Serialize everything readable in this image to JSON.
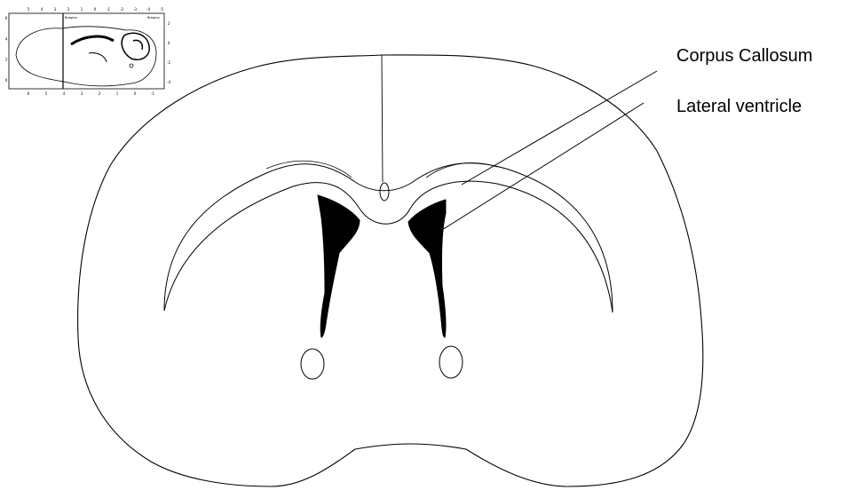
{
  "labels": {
    "corpus_callosum": "Corpus Callosum",
    "lateral_ventricle": "Lateral ventricle"
  },
  "inset": {
    "top_ticks": [
      "5",
      "4",
      "3",
      "2",
      "1",
      "0",
      "-1",
      "-2",
      "-3",
      "-4",
      "-5"
    ],
    "bottom_ticks": [
      "6",
      "5",
      "4",
      "3",
      "2",
      "1",
      "0",
      "-1"
    ],
    "left_ticks": [
      "6",
      "4",
      "2",
      "0"
    ],
    "right_ticks": [
      "2",
      "0",
      "-2",
      "-4"
    ],
    "marker_left": "Bregma",
    "marker_right": "Bregma"
  },
  "colors": {
    "line": "#000000",
    "ventricle_fill": "#000000",
    "background": "#ffffff"
  }
}
